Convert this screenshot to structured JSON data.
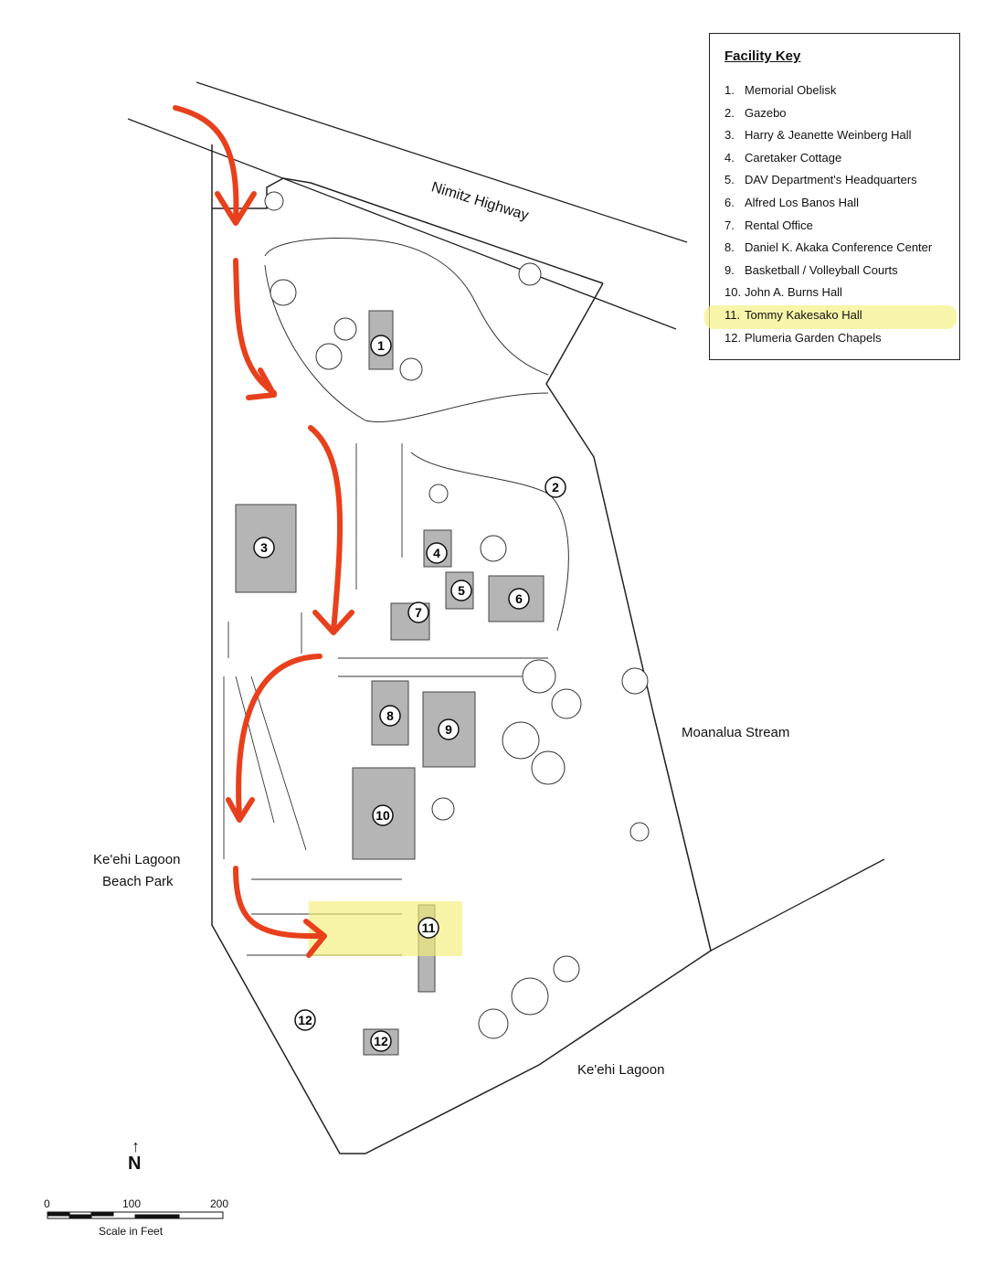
{
  "legend": {
    "title": "Facility Key",
    "items": [
      {
        "num": "1.",
        "label": "Memorial Obelisk"
      },
      {
        "num": "2.",
        "label": "Gazebo"
      },
      {
        "num": "3.",
        "label": "Harry & Jeanette Weinberg Hall"
      },
      {
        "num": "4.",
        "label": "Caretaker Cottage"
      },
      {
        "num": "5.",
        "label": "DAV Department's Headquarters"
      },
      {
        "num": "6.",
        "label": "Alfred Los Banos Hall"
      },
      {
        "num": "7.",
        "label": "Rental Office"
      },
      {
        "num": "8.",
        "label": "Daniel K. Akaka Conference Center"
      },
      {
        "num": "9.",
        "label": "Basketball / Volleyball Courts"
      },
      {
        "num": "10.",
        "label": "John A. Burns Hall"
      },
      {
        "num": "11.",
        "label": "Tommy Kakesako Hall",
        "highlighted": true
      },
      {
        "num": "12.",
        "label": "Plumeria Garden Chapels"
      }
    ]
  },
  "labels": {
    "highway": "Nimitz Highway",
    "stream": "Moanalua Stream",
    "lagoon": "Ke'ehi Lagoon",
    "park_line1": "Ke'ehi Lagoon",
    "park_line2": "Beach Park"
  },
  "markers": [
    "1",
    "2",
    "3",
    "4",
    "5",
    "6",
    "7",
    "8",
    "9",
    "10",
    "11",
    "12",
    "12"
  ],
  "north": "N",
  "scale": {
    "ticks": [
      "0",
      "100",
      "200"
    ],
    "caption": "Scale in Feet"
  },
  "colors": {
    "route": "#e8401c",
    "highlight": "#f2ee7a",
    "building": "#b5b5b5"
  }
}
